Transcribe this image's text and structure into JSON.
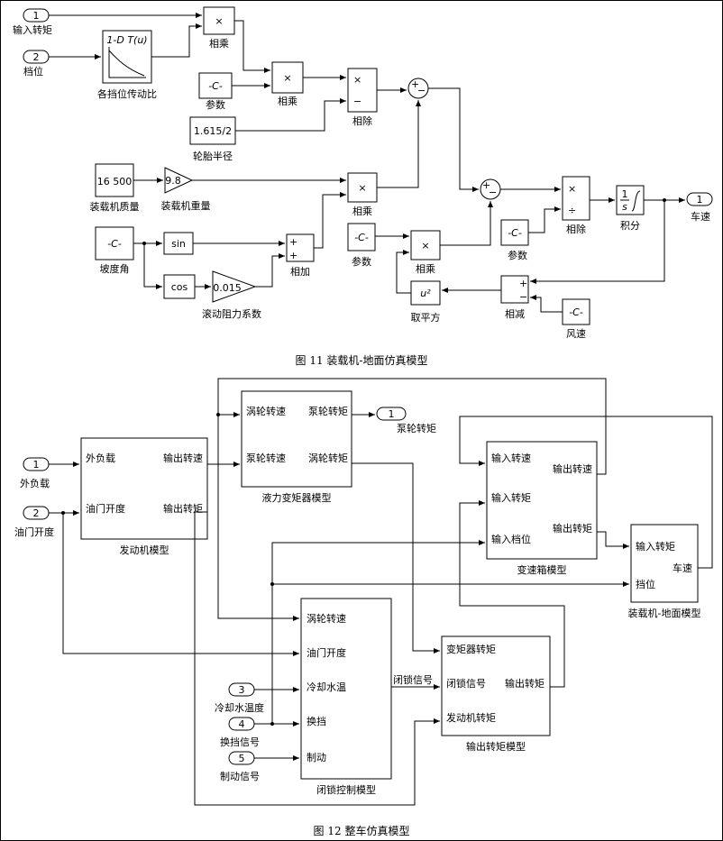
{
  "fig11": {
    "caption": "图 11   装载机-地面仿真模型",
    "ports": {
      "in1_num": "1",
      "in1_label": "输入转矩",
      "in2_num": "2",
      "in2_label": "档位",
      "out1_num": "1",
      "out1_label": "车速"
    },
    "lookup": {
      "text": "1-D T(u)",
      "label": "各挡位传动比"
    },
    "mult1_label": "相乘",
    "const_c1": {
      "text": "-C-",
      "label": "参数"
    },
    "mult2_label": "相乘",
    "div1_label": "相除",
    "radius": {
      "text": "1.615/2",
      "label": "轮胎半径"
    },
    "mass": {
      "text": "16 500",
      "label": "装载机质量"
    },
    "gain_g": {
      "text": "9.8",
      "label": "装载机重量"
    },
    "mult3_label": "相乘",
    "slope": {
      "text": "-C-",
      "label": "坡度角"
    },
    "sin_text": "sin",
    "cos_text": "cos",
    "roll": {
      "text": "0.015",
      "label": "滚动阻力系数"
    },
    "add_label": "相加",
    "const_c2": {
      "text": "-C-",
      "label": "参数"
    },
    "mult4_label": "相乘",
    "square": {
      "text": "u²",
      "label": "取平方"
    },
    "const_c3": {
      "text": "-C-",
      "label": "参数"
    },
    "div2_label": "相除",
    "integ": {
      "label": "积分"
    },
    "sub_label": "相减",
    "wind": {
      "text": "-C-",
      "label": "风速"
    },
    "times": "×",
    "dividesym": "÷",
    "plus": "+",
    "minus": "−"
  },
  "fig12": {
    "caption": "图 12   整车仿真模型",
    "in1": {
      "num": "1",
      "label": "外负载"
    },
    "in2": {
      "num": "2",
      "label": "油门开度"
    },
    "in3": {
      "num": "3",
      "label": "冷却水温度"
    },
    "in4": {
      "num": "4",
      "label": "换挡信号"
    },
    "in5": {
      "num": "5",
      "label": "制动信号"
    },
    "out1": {
      "num": "1",
      "label": "泵轮转矩"
    },
    "engine": {
      "title": "发动机模型",
      "in_a": "外负载",
      "in_b": "油门开度",
      "out_a": "输出转速",
      "out_b": "输出转矩"
    },
    "converter": {
      "title": "液力变矩器模型",
      "in_a": "涡轮转速",
      "in_b": "泵轮转速",
      "out_a": "泵轮转矩",
      "out_b": "涡轮转矩"
    },
    "gearbox": {
      "title": "变速箱模型",
      "in_a": "输入转速",
      "in_b": "输入转矩",
      "in_c": "输入档位",
      "out_a": "输出转速",
      "out_b": "输出转矩"
    },
    "vehicle": {
      "title": "装载机-地面模型",
      "in_a": "输入转矩",
      "in_b": "挡位",
      "out_a": "车速"
    },
    "lockup": {
      "title": "闭锁控制模型",
      "in_a": "涡轮转速",
      "in_b": "油门开度",
      "in_c": "冷却水温",
      "in_d": "换挡",
      "in_e": "制动",
      "out_a": "闭锁信号"
    },
    "torque": {
      "title": "输出转矩模型",
      "in_a": "变矩器转矩",
      "in_b": "闭锁信号",
      "in_c": "发动机转矩",
      "out_a": "输出转矩"
    }
  }
}
